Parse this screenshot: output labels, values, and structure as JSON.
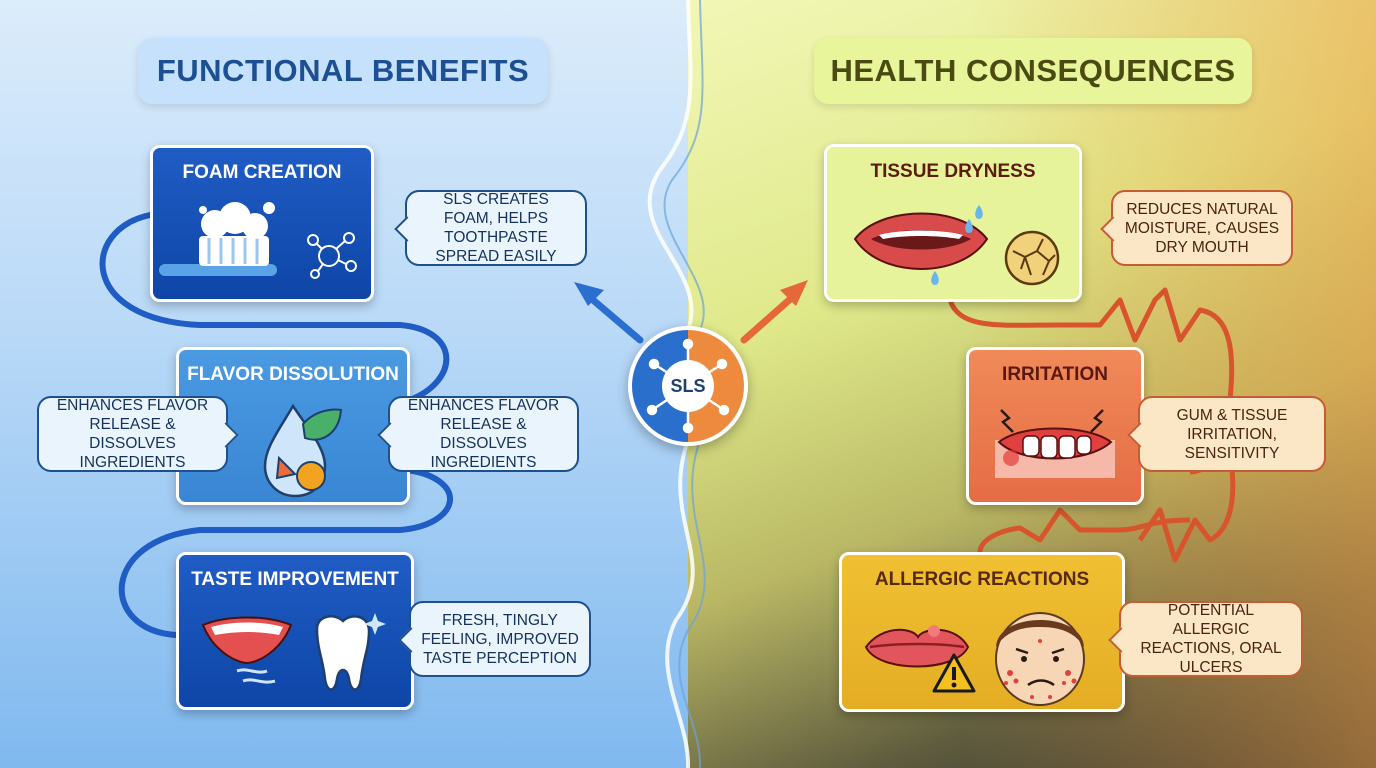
{
  "headings": {
    "left": "FUNCTIONAL BENEFITS",
    "right": "HEALTH CONSEQUENCES"
  },
  "center": {
    "label": "SLS"
  },
  "benefits": [
    {
      "title": "FOAM CREATION",
      "note": "SLS CREATES FOAM, HELPS TOOTHPASTE SPREAD EASILY"
    },
    {
      "title": "FLAVOR DISSOLUTION",
      "note_left": "ENHANCES FLAVOR RELEASE & DISSOLVES INGREDIENTS",
      "note_right": "ENHANCES FLAVOR RELEASE & DISSOLVES INGREDIENTS"
    },
    {
      "title": "TASTE IMPROVEMENT",
      "note": "FRESH, TINGLY FEELING, IMPROVED TASTE PERCEPTION"
    }
  ],
  "consequences": [
    {
      "title": "TISSUE DRYNESS",
      "note": "REDUCES NATURAL MOISTURE, CAUSES DRY MOUTH"
    },
    {
      "title": "IRRITATION",
      "note": "GUM & TISSUE IRRITATION, SENSITIVITY"
    },
    {
      "title": "ALLERGIC REACTIONS",
      "note": "POTENTIAL ALLERGIC REACTIONS, ORAL ULCERS"
    }
  ],
  "icons": {
    "foam": "toothbrush-foam-icon",
    "molecule": "molecule-icon",
    "flavor": "flavor-drop-icon",
    "taste": "smile-mouth-icon",
    "tooth": "sparkling-tooth-icon",
    "dryness": "dry-lips-icon",
    "cracked": "cracked-tissue-icon",
    "irritation": "irritated-gums-icon",
    "allergy_lips": "swollen-lips-icon",
    "allergy_face": "rash-face-icon",
    "warning": "warning-icon"
  },
  "colors": {
    "benefit_accent": "#1f5cc4",
    "consequence_accent": "#e0603a",
    "sls_left": "#2b6fcc",
    "sls_right": "#ee8a3e"
  }
}
